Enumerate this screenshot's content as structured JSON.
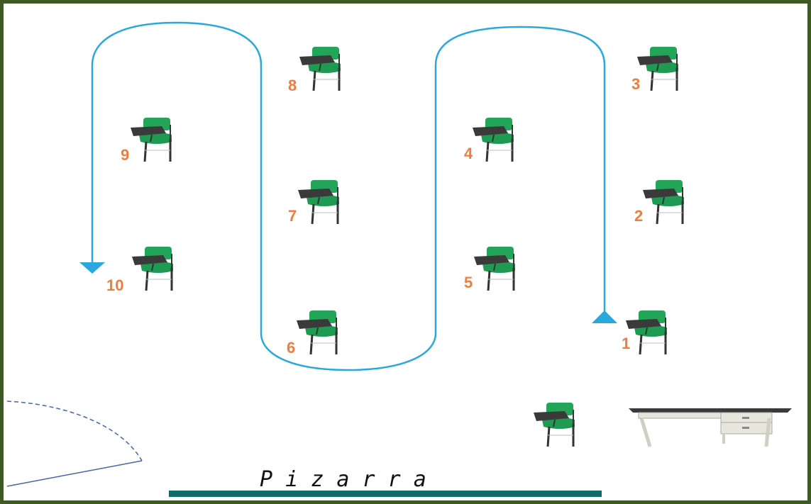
{
  "diagram": {
    "board_label": "P i z a r r a",
    "seat_numbers": [
      "1",
      "2",
      "3",
      "4",
      "5",
      "6",
      "7",
      "8",
      "9",
      "10"
    ],
    "colors": {
      "frame": "#3d5a24",
      "path": "#29a8e0",
      "numbers": "#f07c3e",
      "chair_seat": "#22a559",
      "desk_top": "#3a3a3a",
      "board": "#0f6a68",
      "door": "#4a63b0"
    },
    "icons": [
      "student-chair-icon",
      "teacher-desk-icon",
      "arrow-start-icon",
      "arrow-end-icon",
      "door-swing-icon"
    ]
  }
}
